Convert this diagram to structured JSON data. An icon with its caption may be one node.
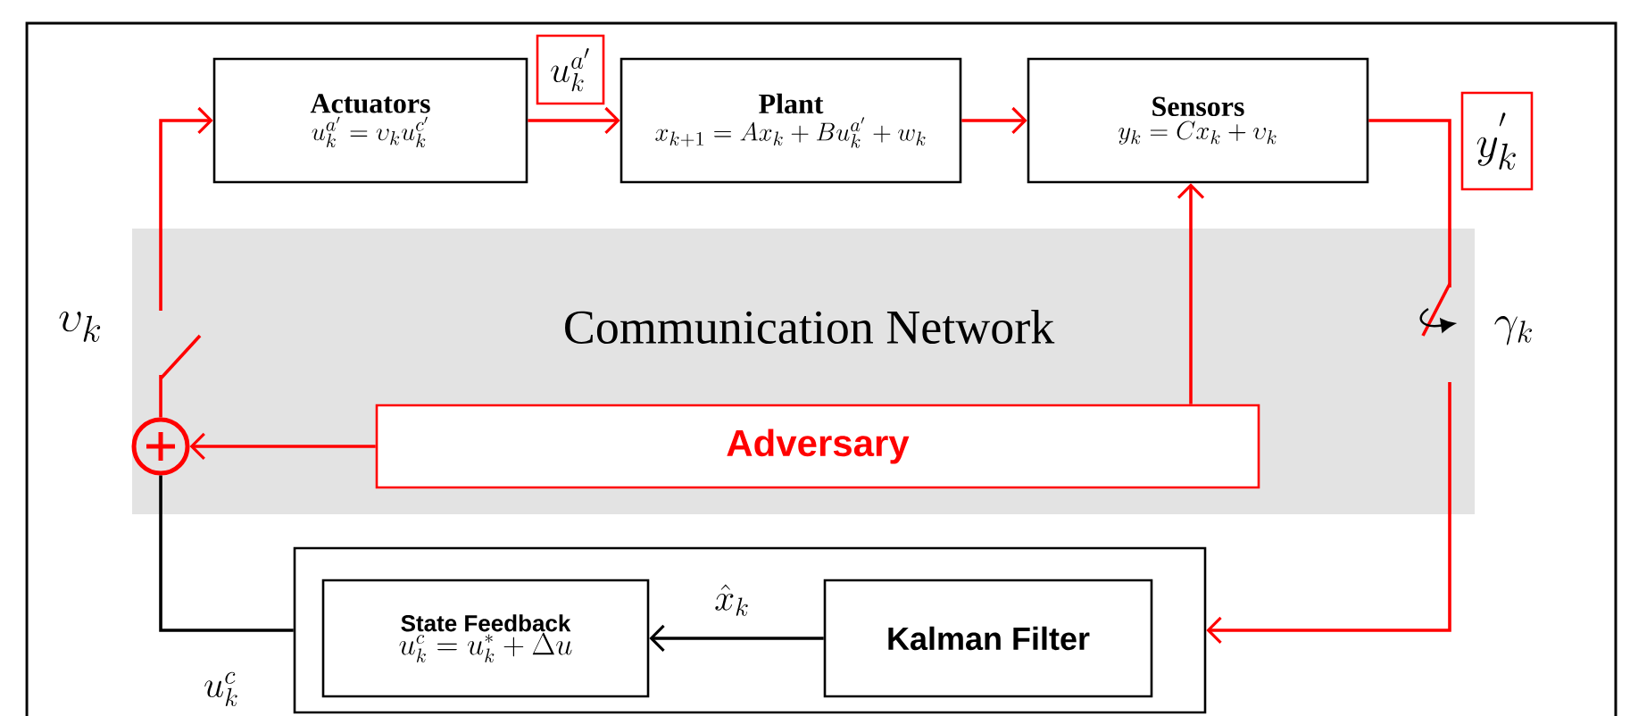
{
  "diagram": {
    "nodes": [
      {
        "text": [
          "Actuators",
          "u_k^{a'}=\\upsilon_k u_k^{c'}"
        ]
      },
      {
        "text": [
          "Plant",
          "x_{k+1}=Ax_k+Bu_k^{a'}+w_k"
        ]
      },
      {
        "text": [
          "Sensors",
          "y_k=Cx_k+\\upsilon_k"
        ]
      },
      {
        "text": [
          "u_k^{a'}"
        ]
      },
      {
        "text": [
          "y_k^{'}"
        ]
      },
      {
        "text": [
          "Communication Network"
        ]
      },
      {
        "text": [
          "Adversary"
        ],
        "in": 5
      },
      {
        "text": [],
        "shape": "circle",
        "in": 5
      },
      {
        "text": [],
        "shape": "box"
      },
      {
        "text": [
          "State Feedback",
          "u_k^c=u_k^*+\\Delta u"
        ],
        "in": 8
      },
      {
        "text": [
          "Kalman Filter"
        ],
        "in": 8
      }
    ],
    "edges": [
      {
        "from": 7,
        "to": 0,
        "arrow": "to"
      },
      {
        "from": 0,
        "to": 1,
        "arrow": "to"
      },
      {
        "from": 1,
        "to": 2,
        "arrow": "to"
      },
      {
        "from": 2,
        "to": 8,
        "arrow": "to"
      },
      {
        "from": 6,
        "to": 2,
        "arrow": "to"
      },
      {
        "from": 6,
        "to": 7,
        "arrow": "to"
      },
      {
        "from": 8,
        "to": 7,
        "arrow": "none",
        "color": "#000000",
        "label": "u_k^c"
      },
      {
        "from": 10,
        "to": 9,
        "arrow": "to",
        "color": "#000000",
        "label": "\\hat{x}_k"
      }
    ],
    "labels": [
      "\\upsilon_k",
      "\\gamma_k"
    ]
  }
}
